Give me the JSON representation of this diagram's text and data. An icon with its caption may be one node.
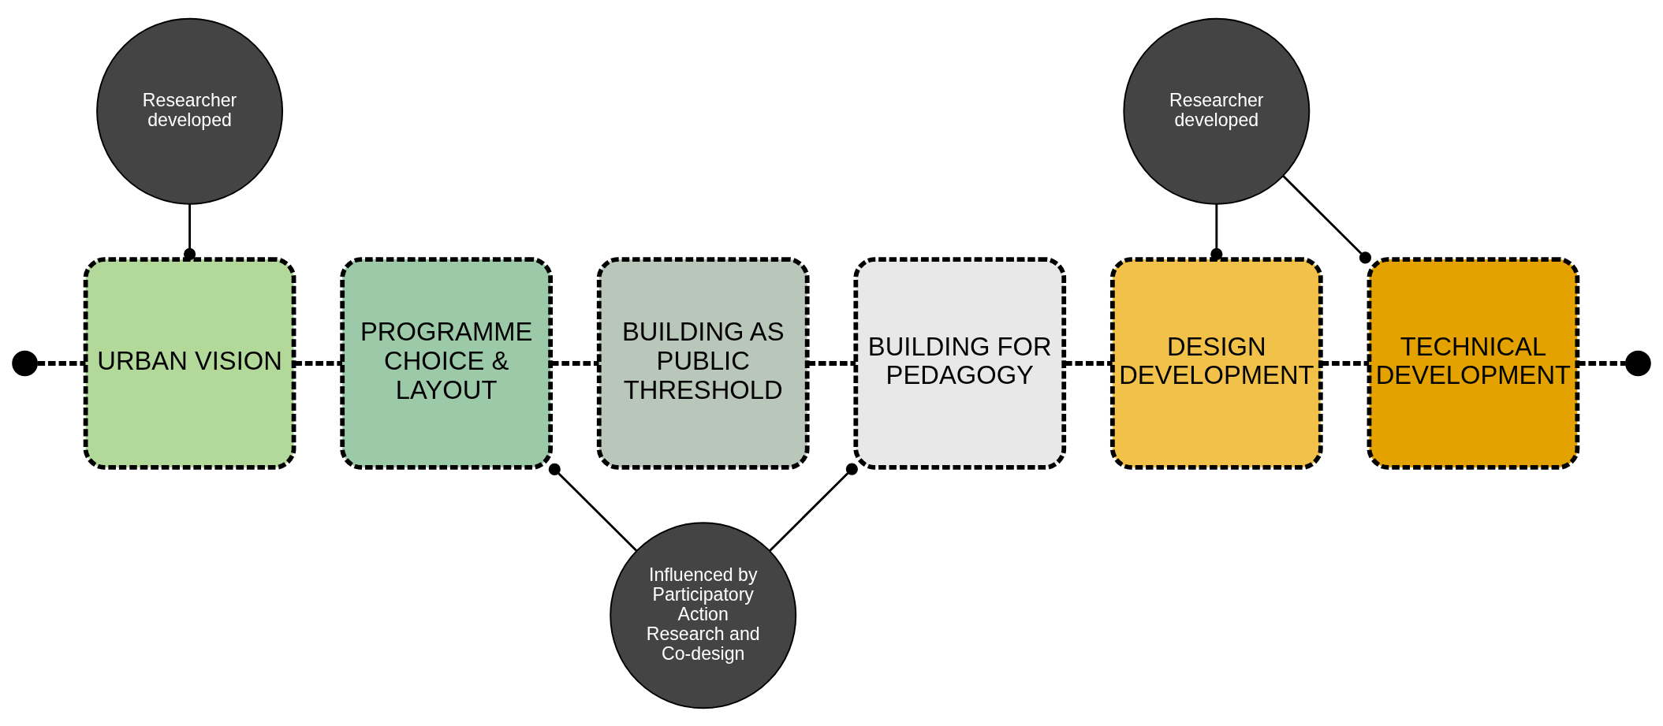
{
  "diagram": {
    "nodes": [
      {
        "text": [
          "Researcher developed"
        ]
      },
      {
        "text": [
          "Researcher developed"
        ]
      },
      {
        "text": [],
        "shape": "circle"
      },
      {
        "text": [
          "URBAN VISION"
        ]
      },
      {
        "text": [
          "PROGRAMME CHOICE & LAYOUT"
        ]
      },
      {
        "text": [
          "BUILDING AS PUBLIC THRESHOLD"
        ]
      },
      {
        "text": [
          "BUILDING FOR PEDAGOGY"
        ]
      },
      {
        "text": [
          "DESIGN DEVELOPMENT"
        ]
      },
      {
        "text": [
          "TECHNICAL DEVELOPMENT"
        ]
      },
      {
        "text": [],
        "shape": "circle"
      },
      {
        "text": [
          "Influenced by Participatory Action Research and Co-design"
        ]
      }
    ],
    "edges": [
      {
        "from": 2,
        "to": 3,
        "arrow": "none",
        "style": "dashed"
      },
      {
        "from": 3,
        "to": 4,
        "arrow": "none",
        "style": "dashed"
      },
      {
        "from": 4,
        "to": 5,
        "arrow": "none",
        "style": "dashed"
      },
      {
        "from": 5,
        "to": 6,
        "arrow": "none",
        "style": "dashed"
      },
      {
        "from": 6,
        "to": 7,
        "arrow": "none",
        "style": "dashed"
      },
      {
        "from": 7,
        "to": 8,
        "arrow": "none",
        "style": "dashed"
      },
      {
        "from": 8,
        "to": 9,
        "arrow": "none",
        "style": "dashed"
      },
      {
        "from": 0,
        "to": 3,
        "arrow": "other"
      },
      {
        "from": 1,
        "to": 7,
        "arrow": "other"
      },
      {
        "from": 1,
        "to": 8,
        "arrow": "other"
      },
      {
        "from": 10,
        "to": 4,
        "arrow": "other"
      },
      {
        "from": 10,
        "to": 6,
        "arrow": "other"
      }
    ]
  }
}
